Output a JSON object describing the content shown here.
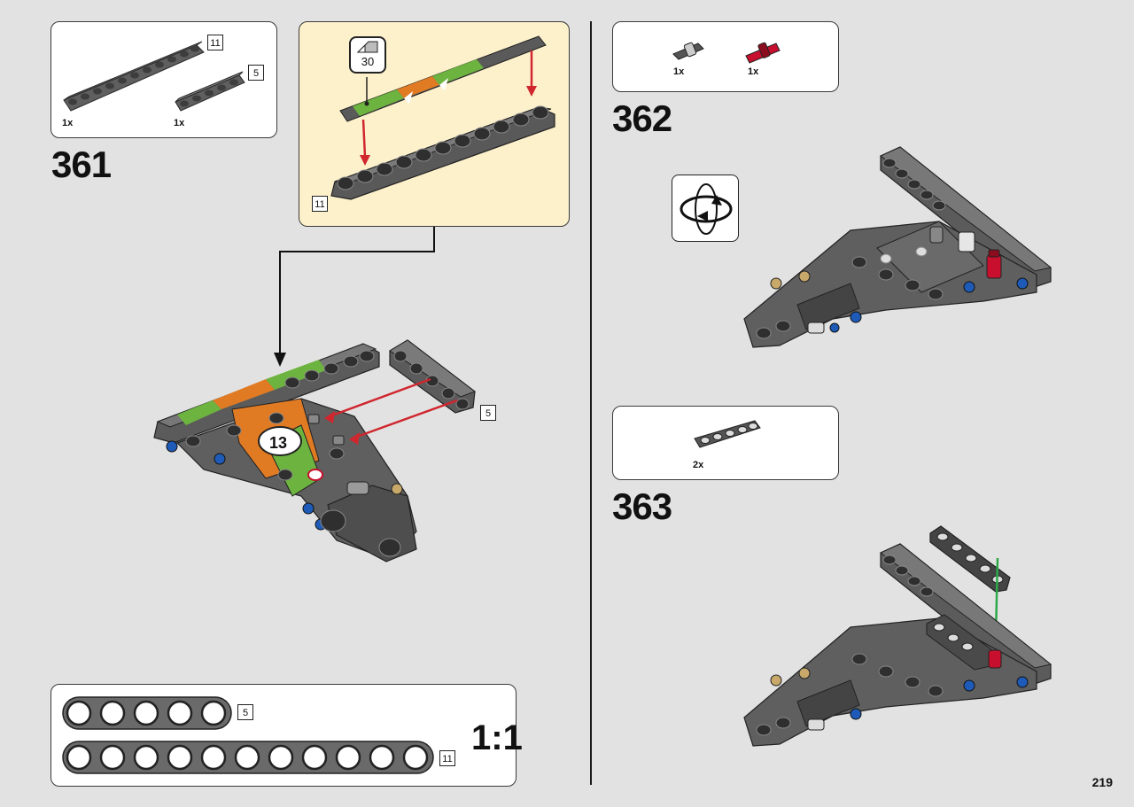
{
  "page": {
    "number": "219"
  },
  "steps": [
    {
      "number": "361",
      "parts": [
        {
          "name": "beam-11",
          "qty": "1x",
          "length": "11"
        },
        {
          "name": "beam-5",
          "qty": "1x",
          "length": "5"
        }
      ],
      "callout": {
        "sticker": "30",
        "beam_length": "11"
      },
      "assembly_length_label": "5"
    },
    {
      "number": "362",
      "parts": [
        {
          "name": "grey-axle-pin",
          "qty": "1x"
        },
        {
          "name": "red-axle-pin",
          "qty": "1x"
        }
      ]
    },
    {
      "number": "363",
      "parts": [
        {
          "name": "beam-5-thin",
          "qty": "2x"
        }
      ]
    }
  ],
  "scale_ruler": {
    "label": "1:1",
    "beams": [
      {
        "length": "5",
        "holes": 5
      },
      {
        "length": "11",
        "holes": 11
      }
    ]
  },
  "colors": {
    "background": "#e2e2e2",
    "callout": "#fdf1cc",
    "beam": "#6b6b6b",
    "arrow_red": "#d0262e",
    "arrow_green": "#2da84a",
    "pin_red": "#c8102e",
    "pin_blue": "#1e5bb8"
  }
}
